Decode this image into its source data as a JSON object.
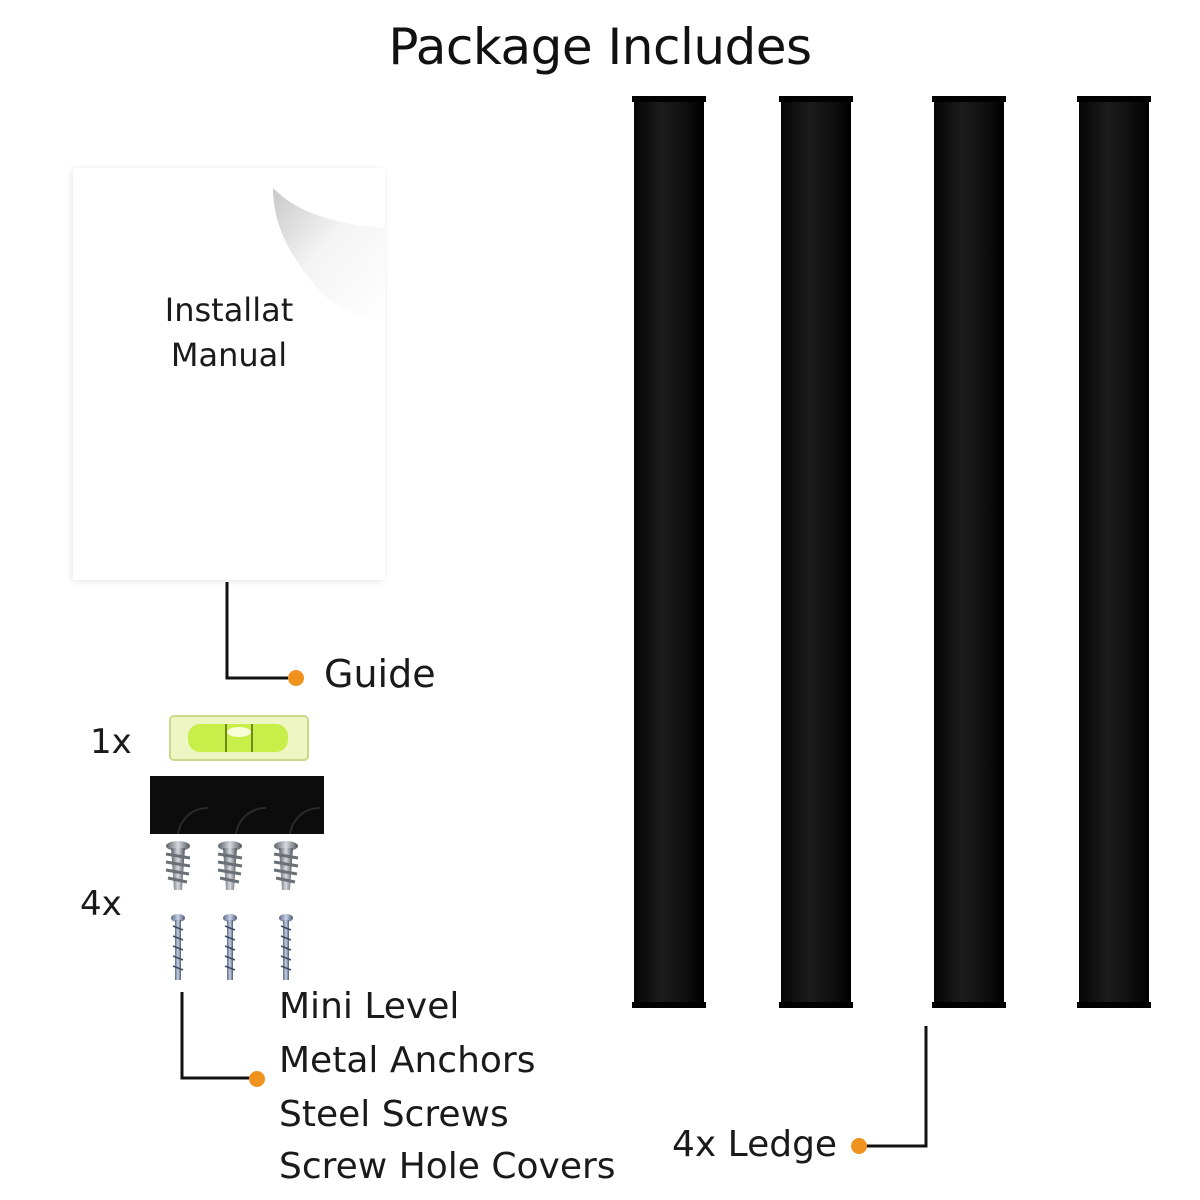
{
  "title": "Package Includes",
  "manual": {
    "line1": "Installat",
    "line2": "Manual"
  },
  "labels": {
    "guide": "Guide",
    "qty_level": "1x",
    "qty_anchors": "4x",
    "items": [
      "Mini Level",
      "Metal Anchors",
      "Steel Screws",
      "Screw Hole Covers"
    ],
    "ledge": "4x Ledge"
  },
  "colors": {
    "accent": "#f0921e",
    "ledge": "#111111",
    "level": "#d9f27a"
  }
}
